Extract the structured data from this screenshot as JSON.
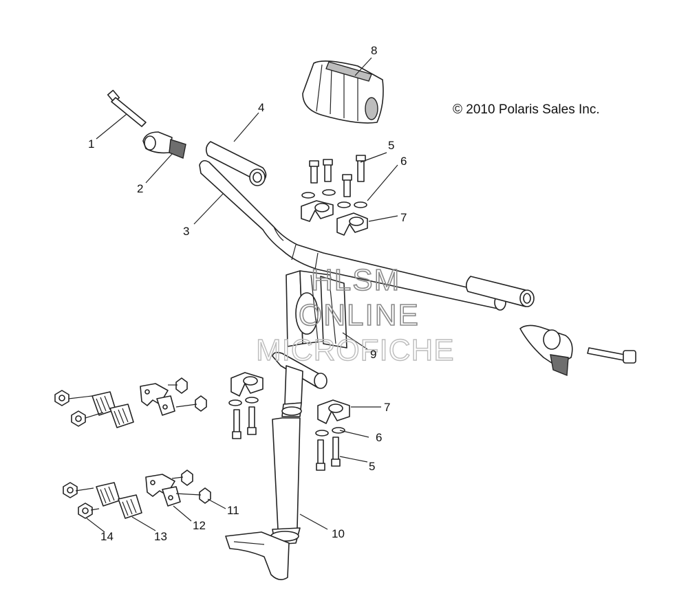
{
  "copyright": "© 2010 Polaris Sales Inc.",
  "watermark": {
    "line1": "HLSM",
    "line2": "ONLINE",
    "line3": "MICROFICHE"
  },
  "callouts": {
    "c1": "1",
    "c2": "2",
    "c3": "3",
    "c4": "4",
    "c5a": "5",
    "c6a": "6",
    "c7a": "7",
    "c8": "8",
    "c9": "9",
    "c7b": "7",
    "c6b": "6",
    "c5b": "5",
    "c11": "11",
    "c12": "12",
    "c10": "10",
    "c13": "13",
    "c14": "14"
  },
  "colors": {
    "line": "#222222",
    "shade": "#bdbdbd",
    "watermark": "#8a8a8a"
  }
}
